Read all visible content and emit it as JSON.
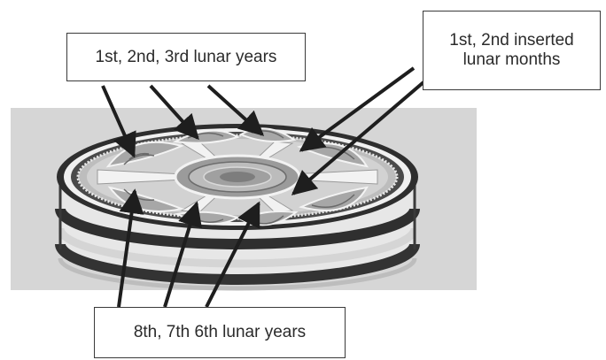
{
  "labels": {
    "top": "1st, 2nd, 3rd lunar years",
    "right": "1st, 2nd inserted\nlunar months",
    "bottom": "8th, 7th 6th lunar years"
  },
  "colors": {
    "photo_background": "#d9d9d9",
    "disk_dark": "#3b3b3b",
    "disk_mid": "#8a8a8a",
    "disk_light": "#c6c6c6",
    "arrow": "#1e1e1e",
    "box_border": "#3a3a3a"
  }
}
